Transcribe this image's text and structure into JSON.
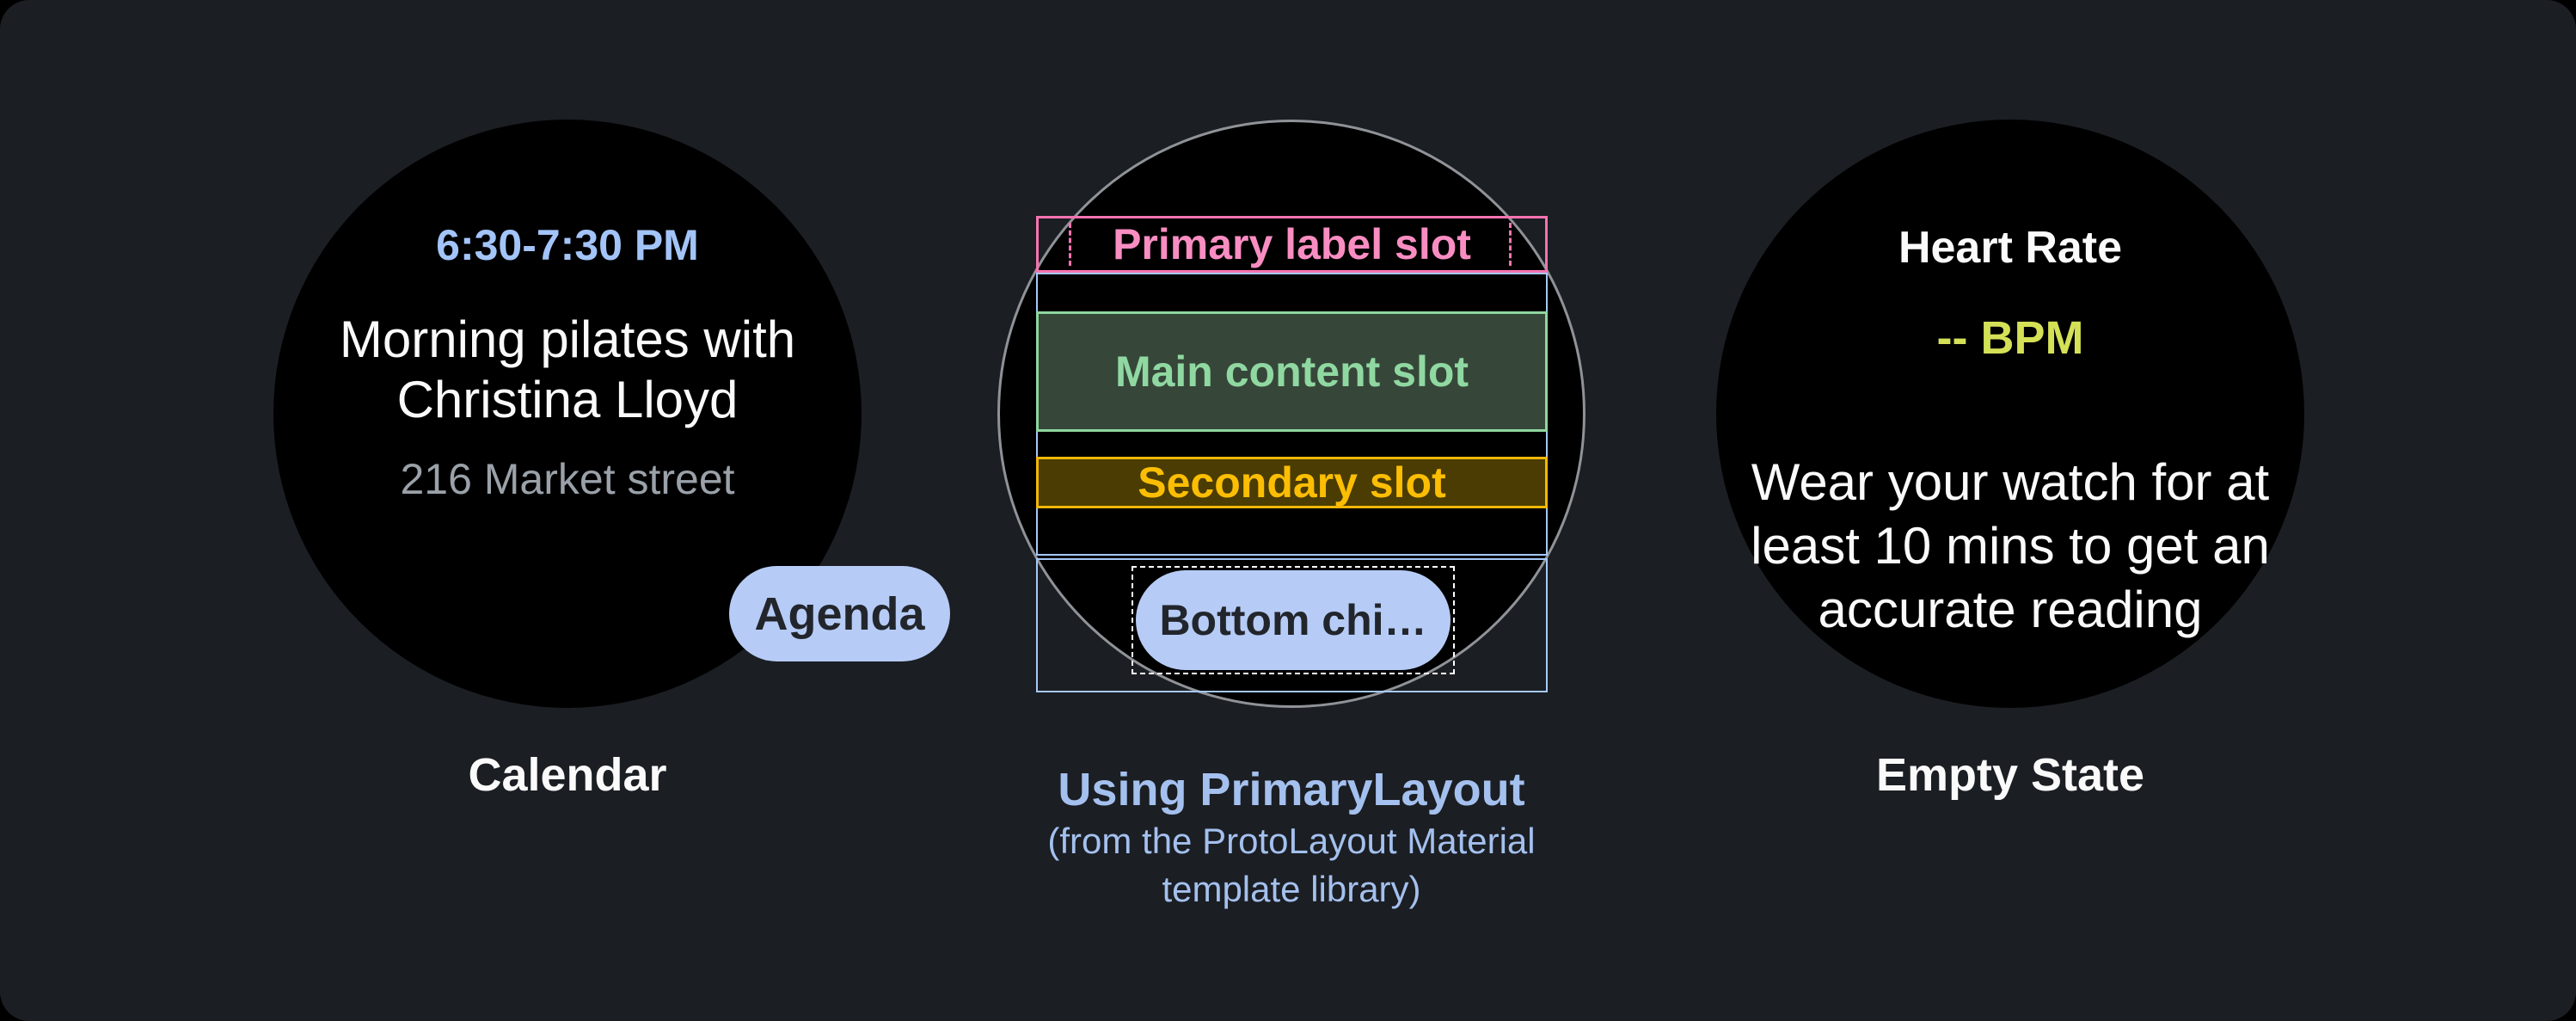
{
  "calendar_tile": {
    "time": "6:30-7:30 PM",
    "title_lines": [
      "Morning pilates with",
      "Christina Lloyd"
    ],
    "location": "216 Market street",
    "chip_label": "Agenda",
    "caption": "Calendar"
  },
  "layout_diagram": {
    "primary_label_slot": "Primary label slot",
    "main_content_slot": "Main content slot",
    "secondary_slot": "Secondary slot",
    "bottom_chip_label": "Bottom chi…",
    "caption_line1": "Using PrimaryLayout",
    "caption_line2": "(from the ProtoLayout Material",
    "caption_line3": "template library)"
  },
  "heart_rate_tile": {
    "title": "Heart Rate",
    "value": "-- BPM",
    "body_lines": [
      "Wear your watch for at",
      "least 10 mins to get an",
      "accurate reading"
    ],
    "caption": "Empty State"
  },
  "colors": {
    "card_bg": "#1b1e23",
    "watch_bg": "#000000",
    "watch_outline": "#8f9398",
    "accent_blue_text": "#a3c4f8",
    "chip_bg": "#b6ccf6",
    "chip_text": "#22262c",
    "muted_text": "#9aa1a8",
    "white_text": "#fafafa",
    "lime_text": "#d4e157",
    "caption_blue": "#a4c0ee",
    "pink_border": "#f573b0",
    "pink_text": "#f98dc2",
    "green_border": "#8ed69f",
    "green_fill": "#36473a",
    "green_text": "#90d8a1",
    "amber_border": "#f2b705",
    "amber_fill": "#4a3c03",
    "amber_text": "#fcbe03",
    "frame_blue": "#a6c8fa"
  }
}
